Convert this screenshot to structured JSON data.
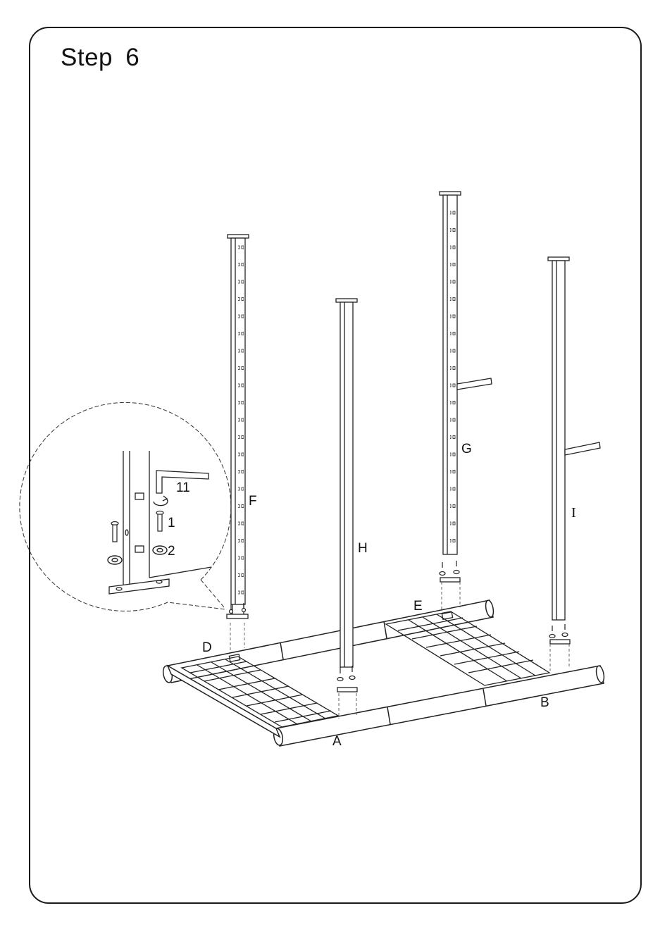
{
  "step": {
    "title": "Step  6"
  },
  "parts": {
    "a": "A",
    "b": "B",
    "d": "D",
    "e": "E",
    "f": "F",
    "g": "G",
    "h": "H",
    "i": "I"
  },
  "detail_callout": {
    "tool_number": "11",
    "bolt_number": "1",
    "washer_number": "2"
  }
}
